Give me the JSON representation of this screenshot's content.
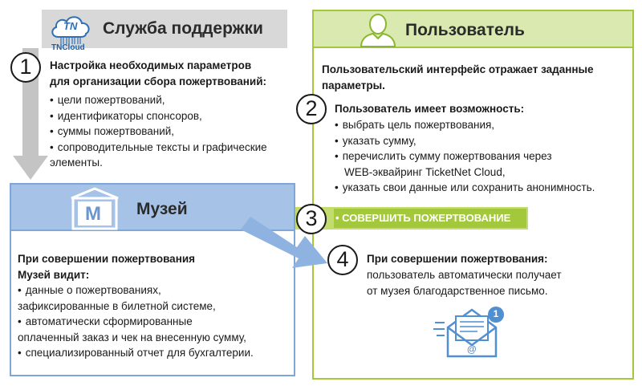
{
  "support": {
    "logo_text": "TNCloud",
    "logo_mark": "TN",
    "title": "Служба поддержки",
    "step": "1",
    "heading_lines": [
      "Настройка необходимых параметров",
      "для организации сбора пожертвований:"
    ],
    "items": [
      "цели пожертвований,",
      "идентификаторы спонсоров,",
      "суммы пожертвований,",
      "сопроводительные тексты и графические"
    ],
    "items_cont": "элементы."
  },
  "user": {
    "title": "Пользователь",
    "intro_lines": [
      "Пользовательский интерфейс отражает заданные",
      "параметры."
    ],
    "step2": "2",
    "heading2": "Пользователь имеет возможность:",
    "items": [
      "выбрать цель пожертвования,",
      "указать сумму,",
      "перечислить сумму пожертвования через"
    ],
    "items_cont": "WEB-эквайринг TicketNet Cloud,",
    "items_last": "указать свои данные или сохранить анонимность.",
    "step3": "3",
    "action": "СОВЕРШИТЬ ПОЖЕРТВОВАНИЕ",
    "step4": "4",
    "heading4": "При совершении пожертвования:",
    "text4_lines": [
      "пользователь автоматически получает",
      "от музея благодарственное письмо."
    ],
    "mail_badge": "1",
    "mail_at": "@"
  },
  "museum": {
    "title": "Музей",
    "logo_letter": "M",
    "heading_lines": [
      "При совершении пожертвования",
      "Музей видит:"
    ],
    "item1": "данные о пожертвованиях,",
    "item1_cont": "зафиксированные в билетной системе,",
    "item2": "автоматически сформированные",
    "item2_cont": "оплаченный заказ и чек на внесенную сумму,",
    "item3": "специализированный отчет для бухгалтерии."
  },
  "colors": {
    "support_header": "#d8d8d8",
    "user_header": "#d9e9b0",
    "user_border": "#a3c83c",
    "museum_header": "#a6c3e7",
    "museum_border": "#7ea6d9",
    "gray_arrow": "#c4c4c4",
    "green_arrow": "#c2dc6e",
    "blue_arrow": "#8fb3e0",
    "mail_blue": "#4f8fd2"
  }
}
